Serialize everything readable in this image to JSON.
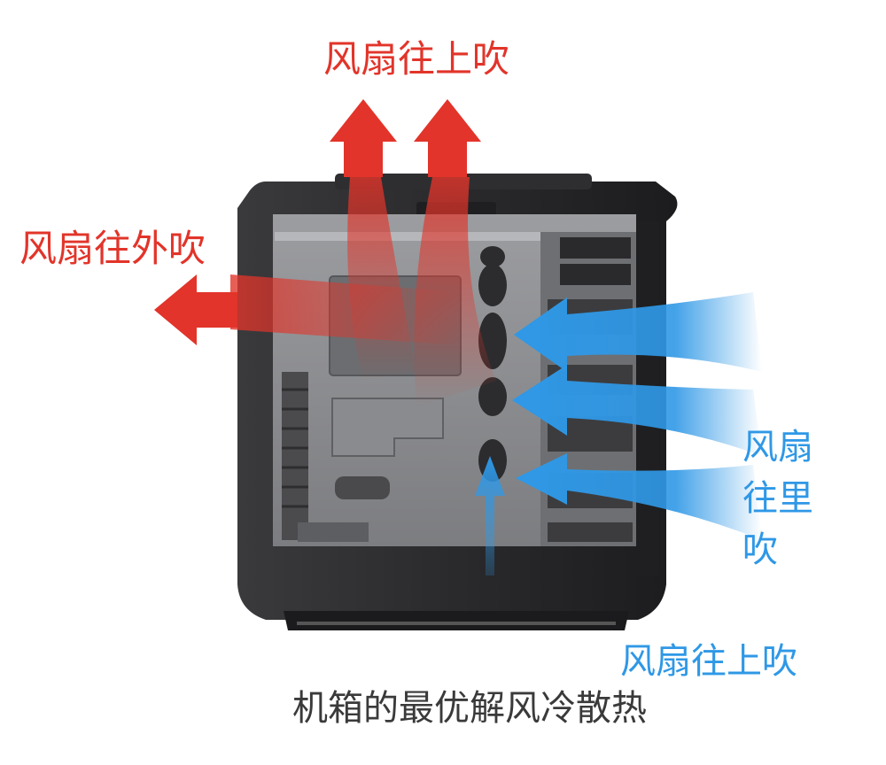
{
  "labels": {
    "top_exhaust": "风扇往上吹",
    "side_exhaust": "风扇往外吹",
    "front_intake_line1": "风扇",
    "front_intake_line2": "往里",
    "front_intake_line3": "吹",
    "bottom_intake": "风扇往上吹"
  },
  "caption": "机箱的最优解风冷散热",
  "colors": {
    "exhaust": "#e2342a",
    "intake": "#2f98e6",
    "case_body": "#2b2b2d",
    "case_interior": "#8e8f92"
  }
}
